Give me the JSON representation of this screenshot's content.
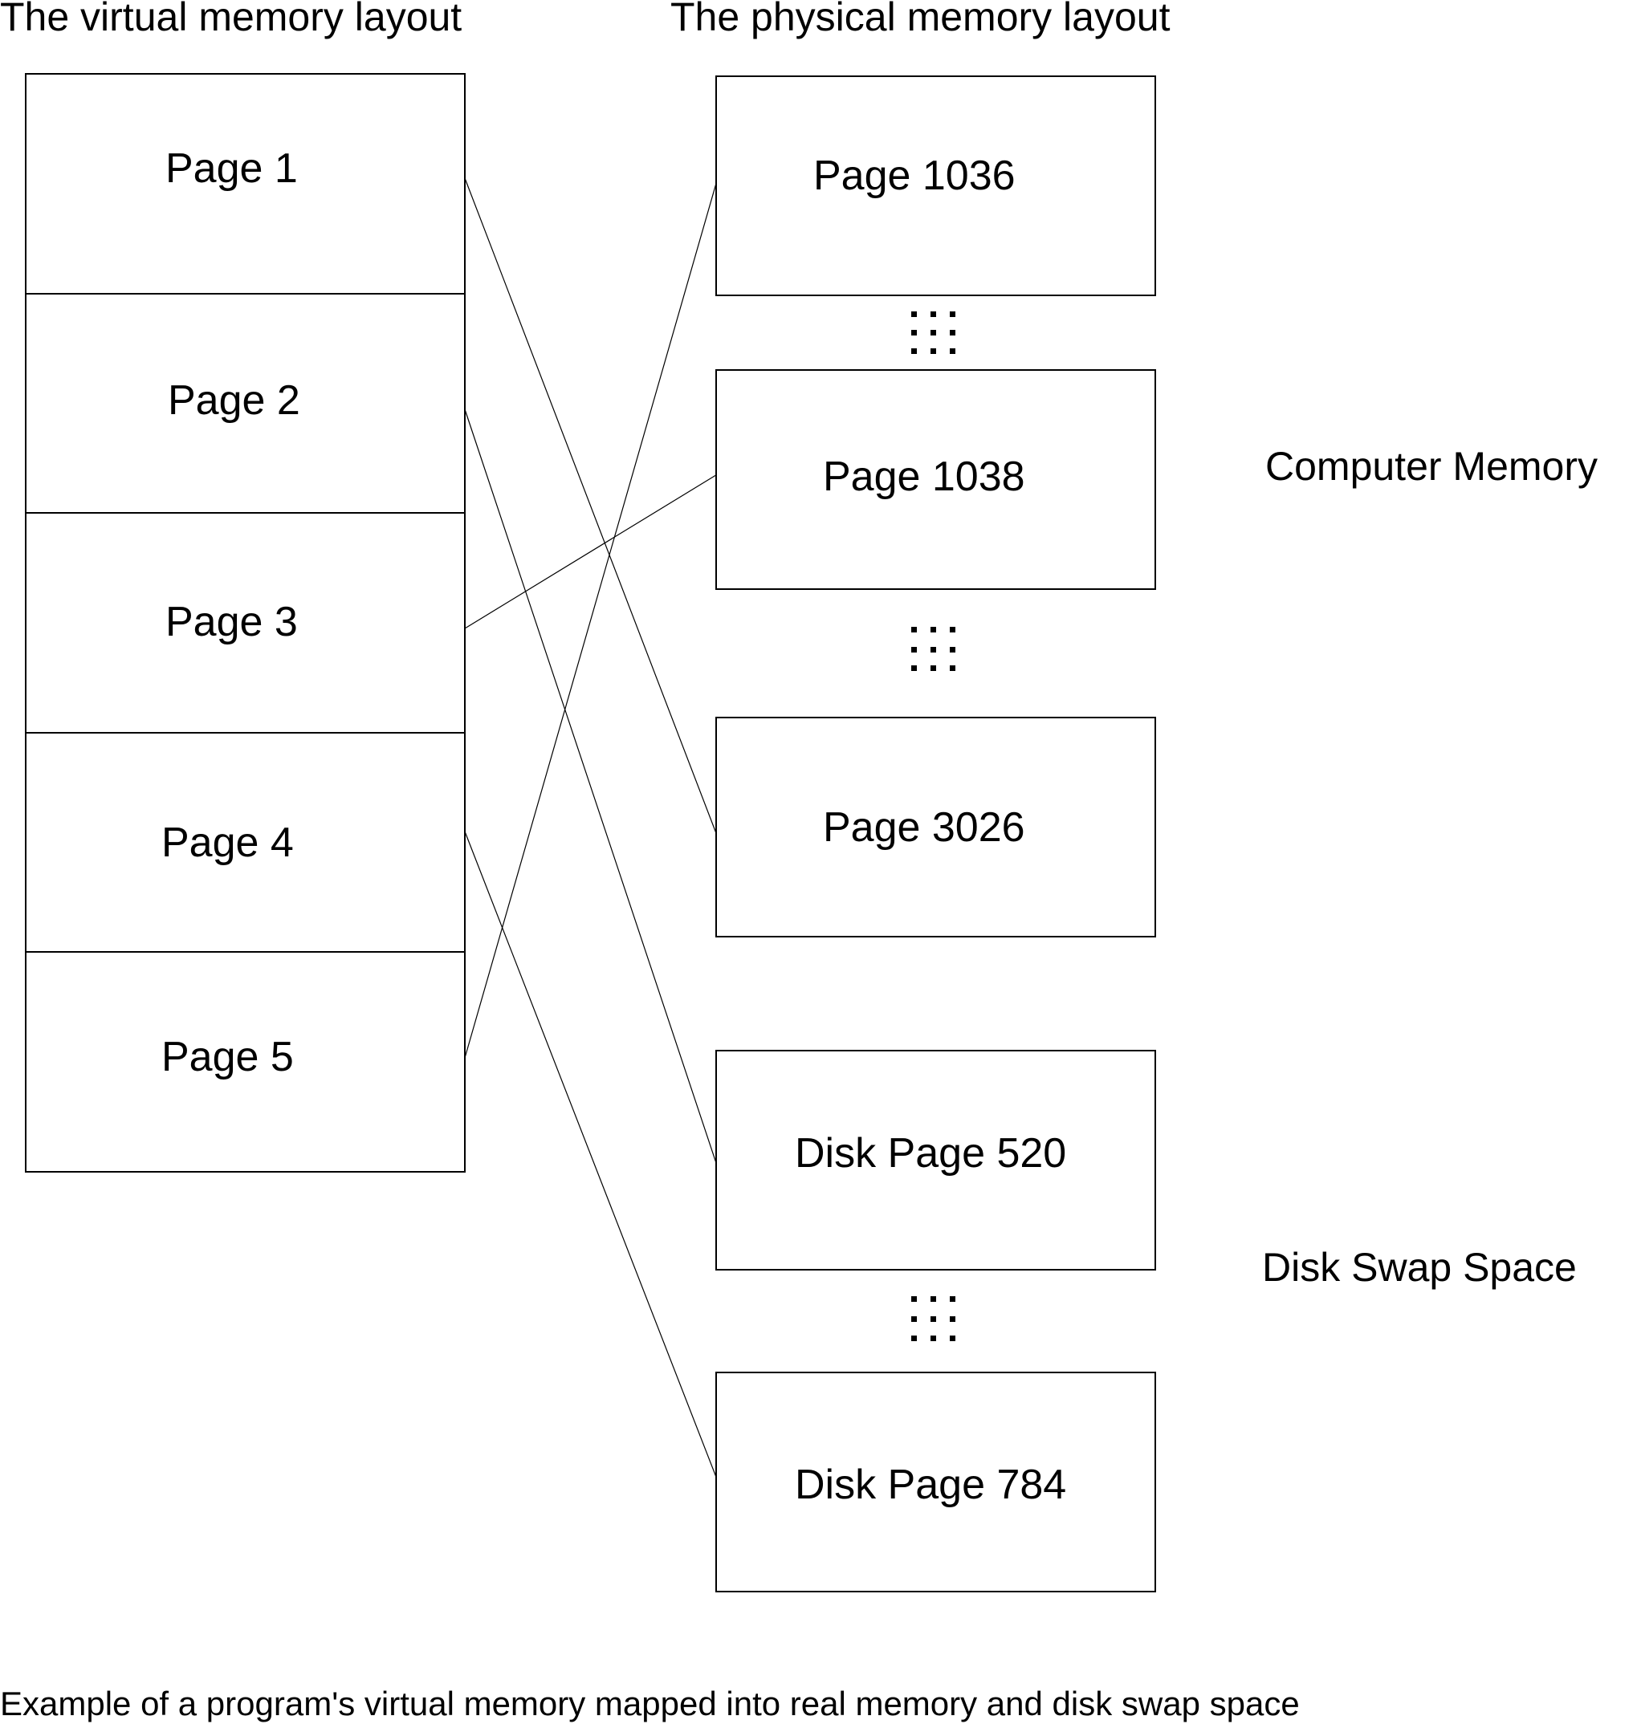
{
  "virtual_title": "The virtual memory layout",
  "physical_title": "The physical memory layout",
  "virtual_pages": [
    "Page 1",
    "Page 2",
    "Page 3",
    "Page 4",
    "Page 5"
  ],
  "physical_pages": [
    "Page 1036",
    "Page 1038",
    "Page 3026",
    "Disk Page 520",
    "Disk Page 784"
  ],
  "region_labels": {
    "memory": "Computer Memory",
    "swap": "Disk Swap Space"
  },
  "caption": "Example of a program's virtual memory mapped into real memory and disk swap space",
  "mappings": [
    {
      "virtual": "Page 1",
      "physical": "Page 3026"
    },
    {
      "virtual": "Page 2",
      "physical": "Disk Page 520"
    },
    {
      "virtual": "Page 3",
      "physical": "Page 1038"
    },
    {
      "virtual": "Page 4",
      "physical": "Disk Page 784"
    },
    {
      "virtual": "Page 5",
      "physical": "Page 1036"
    }
  ]
}
